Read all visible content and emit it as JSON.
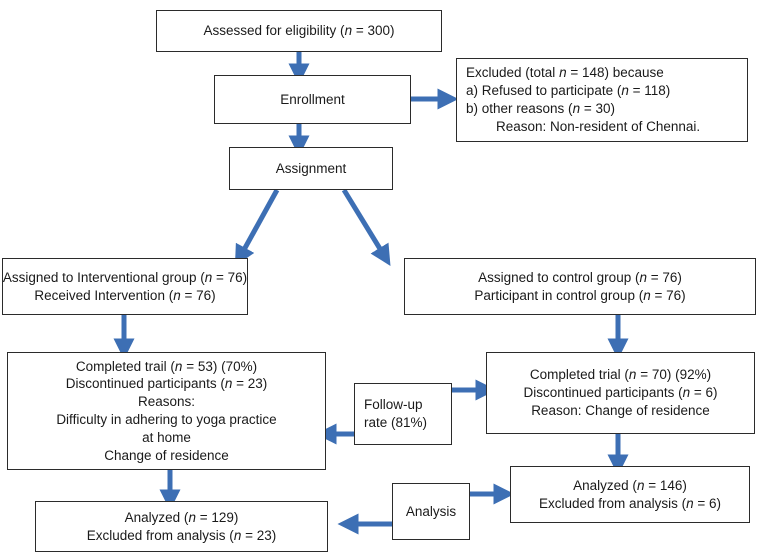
{
  "diagram": {
    "title": "CONSORT participant flow diagram",
    "accent_arrow_color": "#3d6fb4",
    "box_border_color": "#2b2b2b",
    "background_color": "#ffffff"
  },
  "nodes": {
    "assessed": {
      "name": "assessed-for-eligibility-box",
      "lines": [
        "Assessed for eligibility (n = 300)"
      ]
    },
    "enrollment": {
      "name": "enrollment-box",
      "lines": [
        "Enrollment"
      ]
    },
    "excluded": {
      "name": "excluded-box",
      "lines": [
        "Excluded (total n = 148) because",
        "a) Refused to participate (n = 118)",
        "b) other reasons (n = 30)",
        "Reason: Non-resident of Chennai."
      ]
    },
    "assignment": {
      "name": "assignment-box",
      "lines": [
        "Assignment"
      ]
    },
    "intervention_group": {
      "name": "interventional-group-box",
      "lines": [
        "Assigned to Interventional group (n = 76)",
        "Received Intervention (n = 76)"
      ]
    },
    "control_group": {
      "name": "control-group-box",
      "lines": [
        "Assigned to control group (n = 76)",
        "Participant in control group (n = 76)"
      ]
    },
    "intervention_followup": {
      "name": "interventional-followup-box",
      "lines": [
        "Completed trail (n = 53) (70%)",
        "Discontinued participants (n = 23)",
        "Reasons:",
        "Difficulty in adhering to yoga practice",
        "at home",
        "Change of residence"
      ]
    },
    "control_followup": {
      "name": "control-followup-box",
      "lines": [
        "Completed trial (n = 70) (92%)",
        "Discontinued participants (n = 6)",
        "Reason: Change of residence"
      ]
    },
    "followup_rate": {
      "name": "followup-rate-box",
      "lines": [
        "Follow-up",
        "rate (81%)"
      ]
    },
    "control_analyzed": {
      "name": "control-analyzed-box",
      "lines": [
        "Analyzed (n = 146)",
        "Excluded from analysis (n = 6)"
      ]
    },
    "analysis": {
      "name": "analysis-box",
      "lines": [
        "Analysis"
      ]
    },
    "intervention_analyzed": {
      "name": "interventional-analyzed-box",
      "lines": [
        "Analyzed (n = 129)",
        "Excluded from analysis (n = 23)"
      ]
    }
  },
  "chart_data": {
    "type": "diagram",
    "title": "CONSORT participant flow diagram",
    "stages": [
      {
        "stage": "Assessed for eligibility",
        "n": 300
      },
      {
        "stage": "Excluded total",
        "n": 148
      },
      {
        "stage": "Excluded - refused to participate",
        "n": 118
      },
      {
        "stage": "Excluded - other reasons",
        "n": 30
      },
      {
        "stage": "Assigned to Interventional group",
        "n": 76
      },
      {
        "stage": "Received Intervention",
        "n": 76
      },
      {
        "stage": "Assigned to control group",
        "n": 76
      },
      {
        "stage": "Participant in control group",
        "n": 76
      },
      {
        "stage": "Interventional completed trail",
        "n": 53,
        "percent": 70
      },
      {
        "stage": "Interventional discontinued",
        "n": 23
      },
      {
        "stage": "Control completed trial",
        "n": 70,
        "percent": 92
      },
      {
        "stage": "Control discontinued",
        "n": 6
      },
      {
        "stage": "Follow-up rate",
        "percent": 81
      },
      {
        "stage": "Interventional analyzed",
        "n": 129
      },
      {
        "stage": "Interventional excluded from analysis",
        "n": 23
      },
      {
        "stage": "Control analyzed",
        "n": 146
      },
      {
        "stage": "Control excluded from analysis",
        "n": 6
      }
    ],
    "edges": [
      {
        "from": "Assessed for eligibility",
        "to": "Enrollment"
      },
      {
        "from": "Enrollment",
        "to": "Excluded"
      },
      {
        "from": "Enrollment",
        "to": "Assignment"
      },
      {
        "from": "Assignment",
        "to": "Assigned to Interventional group"
      },
      {
        "from": "Assignment",
        "to": "Assigned to control group"
      },
      {
        "from": "Assigned to Interventional group",
        "to": "Interventional follow-up"
      },
      {
        "from": "Assigned to control group",
        "to": "Control follow-up"
      },
      {
        "from": "Follow-up rate",
        "to": "Control follow-up"
      },
      {
        "from": "Follow-up rate",
        "to": "Interventional follow-up"
      },
      {
        "from": "Interventional follow-up",
        "to": "Interventional analyzed"
      },
      {
        "from": "Control follow-up",
        "to": "Control analyzed"
      },
      {
        "from": "Analysis",
        "to": "Control analyzed"
      },
      {
        "from": "Analysis",
        "to": "Interventional analyzed"
      }
    ]
  }
}
